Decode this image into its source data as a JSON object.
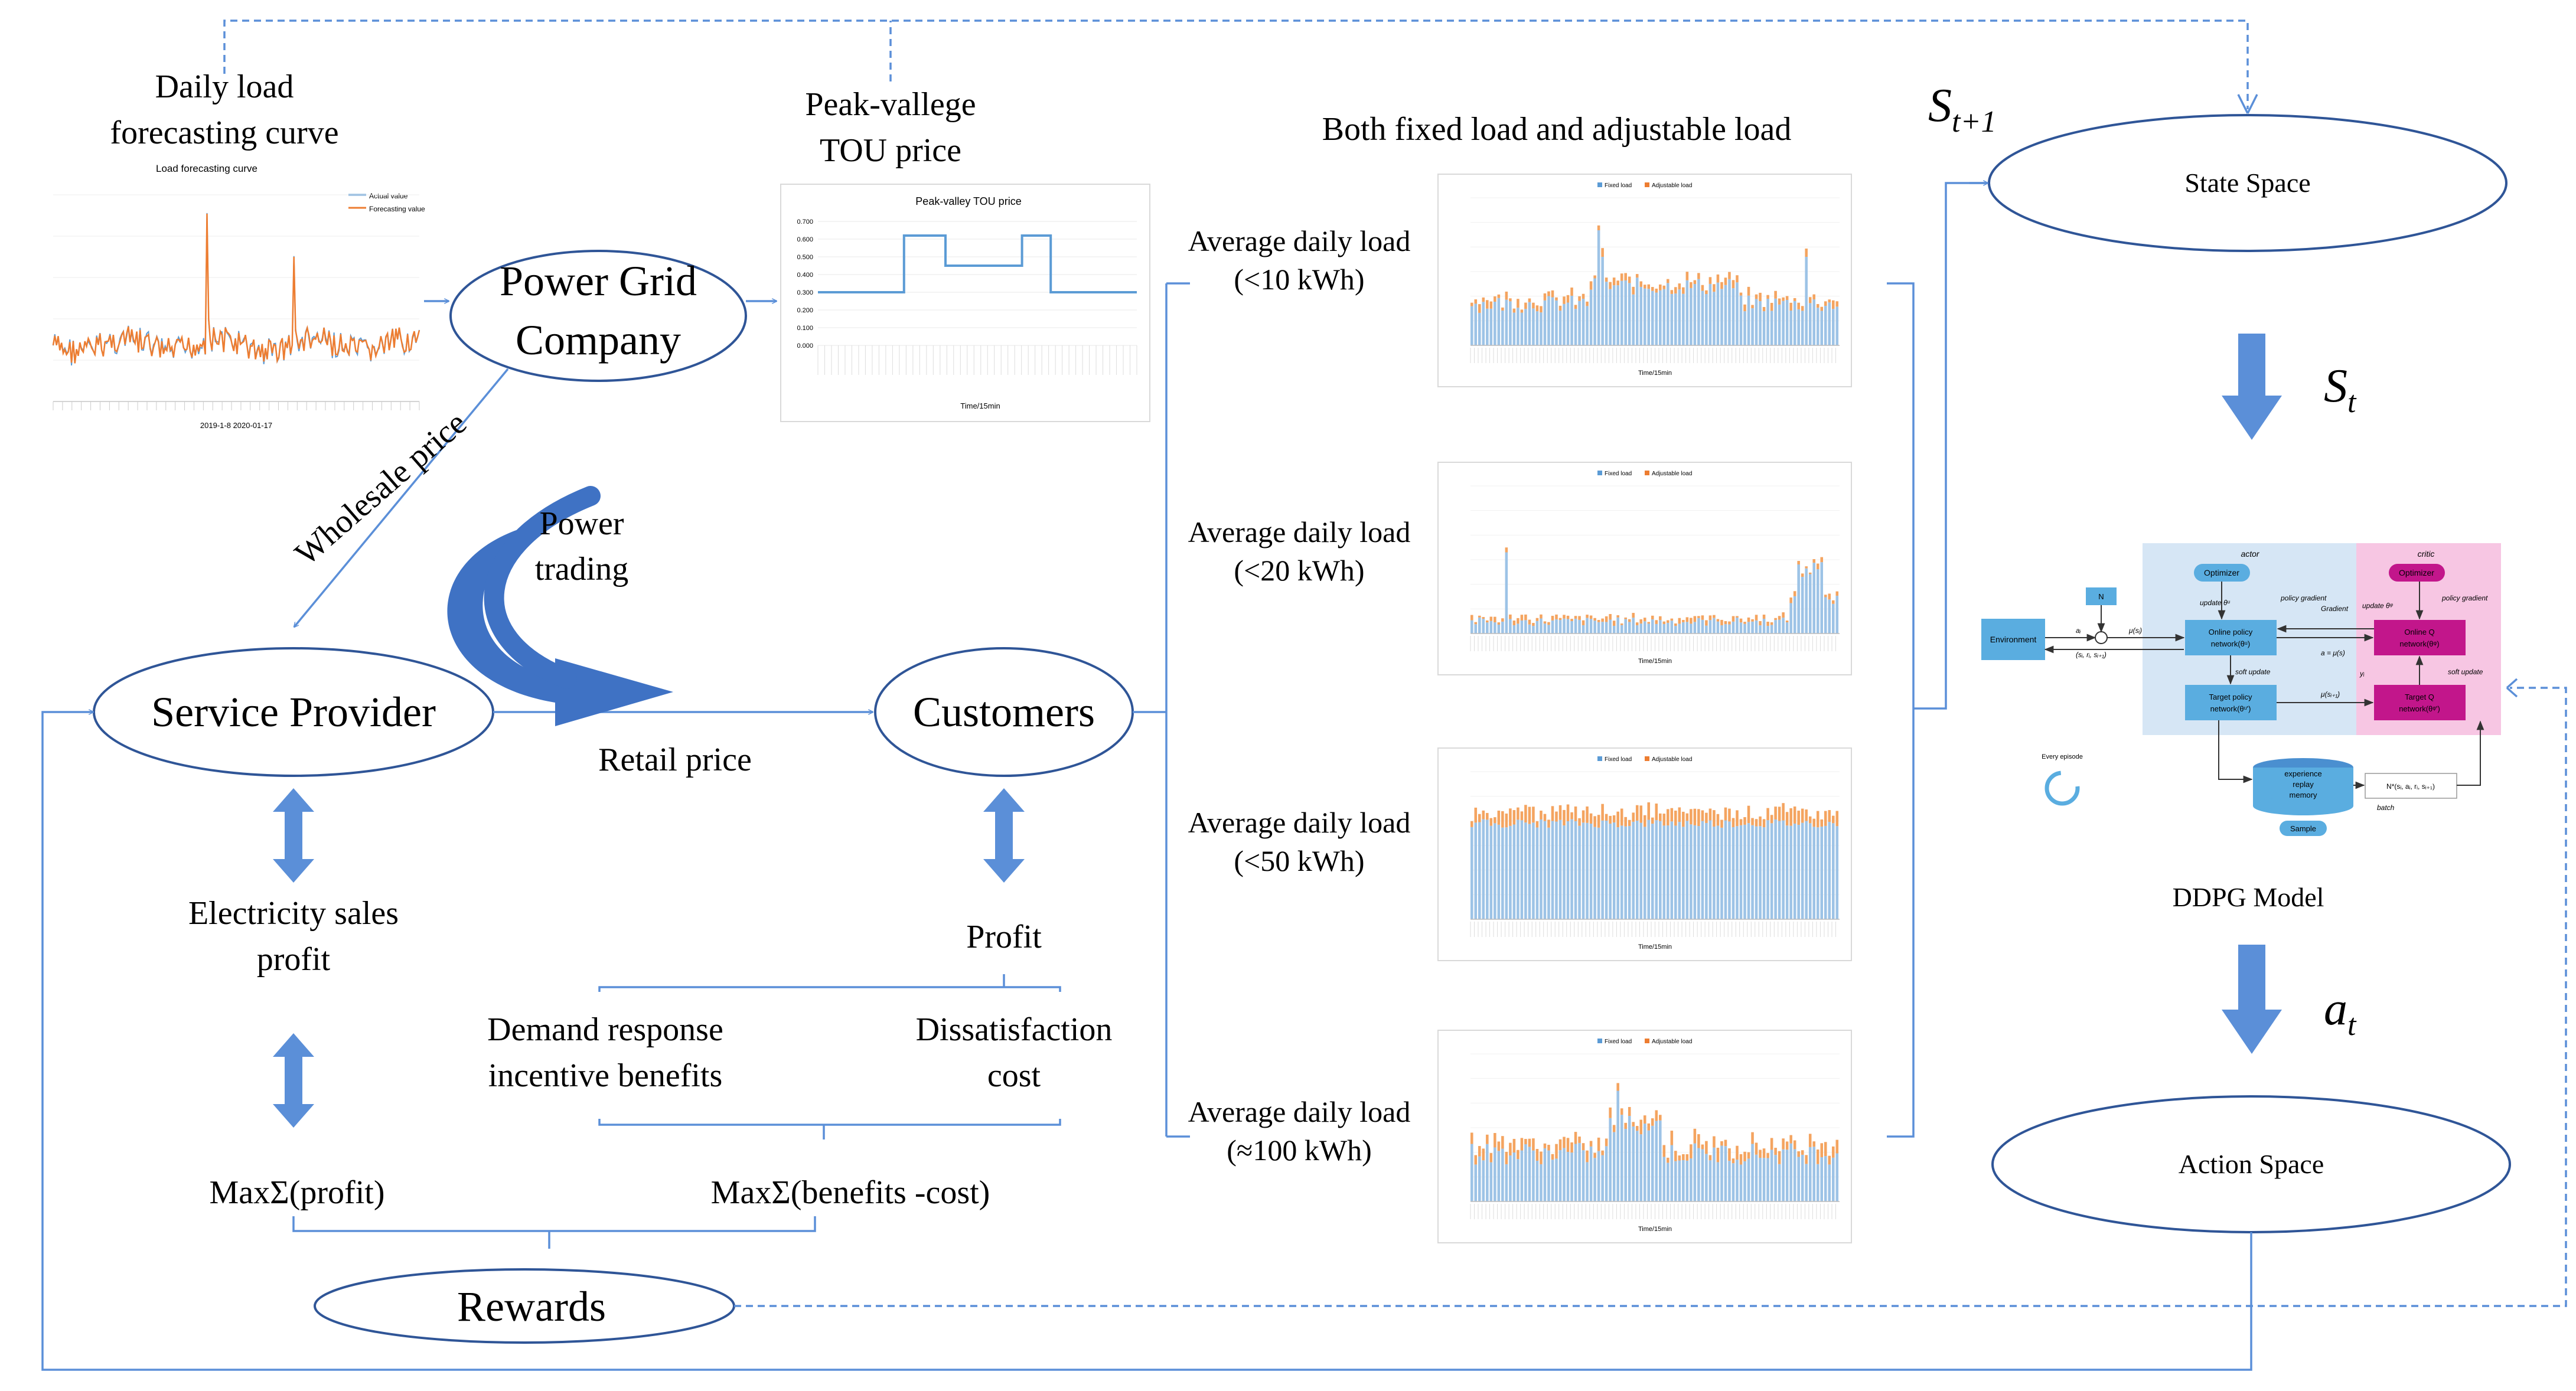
{
  "colors": {
    "line": "#5b8fd8",
    "arrow_fill": "#5b8fd8",
    "bar_blue": "#9dc3e6",
    "bar_orange": "#f4a460",
    "actor_bg": "#d6e6f5",
    "critic_bg": "#f7c6e3",
    "magenta": "#c2168b",
    "env_blue": "#5aade0"
  },
  "nodes": {
    "power_grid": "Power Grid Company",
    "service_provider": "Service Provider",
    "customers": "Customers",
    "rewards": "Rewards",
    "state_space": "State Space",
    "action_space": "Action Space"
  },
  "labels": {
    "daily_load_title_1": "Daily load",
    "daily_load_title_2": "forecasting curve",
    "tou_title_1": "Peak-vallege",
    "tou_title_2": "TOU price",
    "load_types_title": "Both fixed load and adjustable load",
    "wholesale_price": "Wholesale price",
    "power_trading_1": "Power",
    "power_trading_2": "trading",
    "retail_price": "Retail price",
    "esp_1": "Electricity sales",
    "esp_2": "profit",
    "profit": "Profit",
    "drib_1": "Demand response",
    "drib_2": "incentive benefits",
    "dc_1": "Dissatisfaction",
    "dc_2": "cost",
    "max_profit": "MaxΣ(profit)",
    "max_benefits": "MaxΣ(benefits -cost)",
    "ddpg_model": "DDPG Model",
    "s_next_main": "S",
    "s_next_sub": "t+1",
    "s_t_main": "S",
    "s_t_sub": "t",
    "a_t_main": "a",
    "a_t_sub": "t"
  },
  "load_groups": [
    {
      "l1": "Average daily load",
      "l2": "(<10 kWh)"
    },
    {
      "l1": "Average daily load",
      "l2": "(<20 kWh)"
    },
    {
      "l1": "Average daily load",
      "l2": "(<50 kWh)"
    },
    {
      "l1": "Average daily load",
      "l2": "(≈100 kWh)"
    }
  ],
  "mini_charts": {
    "load_forecast": {
      "title": "Load forecasting curve",
      "legend": [
        "Actual value",
        "Forecasting value"
      ],
      "xlabel": "2019-1-8 2020-01-17"
    },
    "tou": {
      "title": "Peak-valley TOU price",
      "xlabel": "Time/15min",
      "yticks": [
        "0.700",
        "0.600",
        "0.500",
        "0.400",
        "0.300",
        "0.200",
        "0.100",
        "0.000"
      ],
      "levels": [
        {
          "from": 0,
          "to": 0.27,
          "value": 0.3
        },
        {
          "from": 0.27,
          "to": 0.4,
          "value": 0.62
        },
        {
          "from": 0.4,
          "to": 0.64,
          "value": 0.45
        },
        {
          "from": 0.64,
          "to": 0.73,
          "value": 0.62
        },
        {
          "from": 0.73,
          "to": 1,
          "value": 0.3
        }
      ]
    },
    "load_legend": [
      "Fixed load",
      "Adjustable load"
    ],
    "load_xlabel": "Time/15min"
  },
  "ddpg": {
    "actor": "actor",
    "critic": "critic",
    "optimizer": "Optimizer",
    "environment": "Environment",
    "online_policy_1": "Online policy",
    "online_policy_2": "network(θᵘ)",
    "target_policy_1": "Target policy",
    "target_policy_2": "network(θᵘ')",
    "online_q_1": "Online Q",
    "online_q_2": "network(θᵠ)",
    "target_q_1": "Target Q",
    "target_q_2": "network(θᵠ')",
    "replay_1": "experience",
    "replay_2": "replay",
    "replay_3": "memory",
    "sample": "Sample",
    "every_episode": "Every episode",
    "update": "update θᵘ",
    "update_q": "update θᵠ",
    "policy_gradient": "policy gradient",
    "gradient": "Gradient",
    "soft_update": "soft update",
    "batch": "batch",
    "noise": "N",
    "a_eq": "a = μ(s)",
    "mu_s": "μ(sᵢ)",
    "mu_next": "μ(sᵢ₊₁)",
    "y_i": "yᵢ",
    "transition": "(sᵢ, rᵢ, sᵢ₊₁)",
    "n_tuple": "N*(sᵢ, aᵢ, rᵢ, sᵢ₊₁)",
    "a_i": "aᵢ"
  }
}
